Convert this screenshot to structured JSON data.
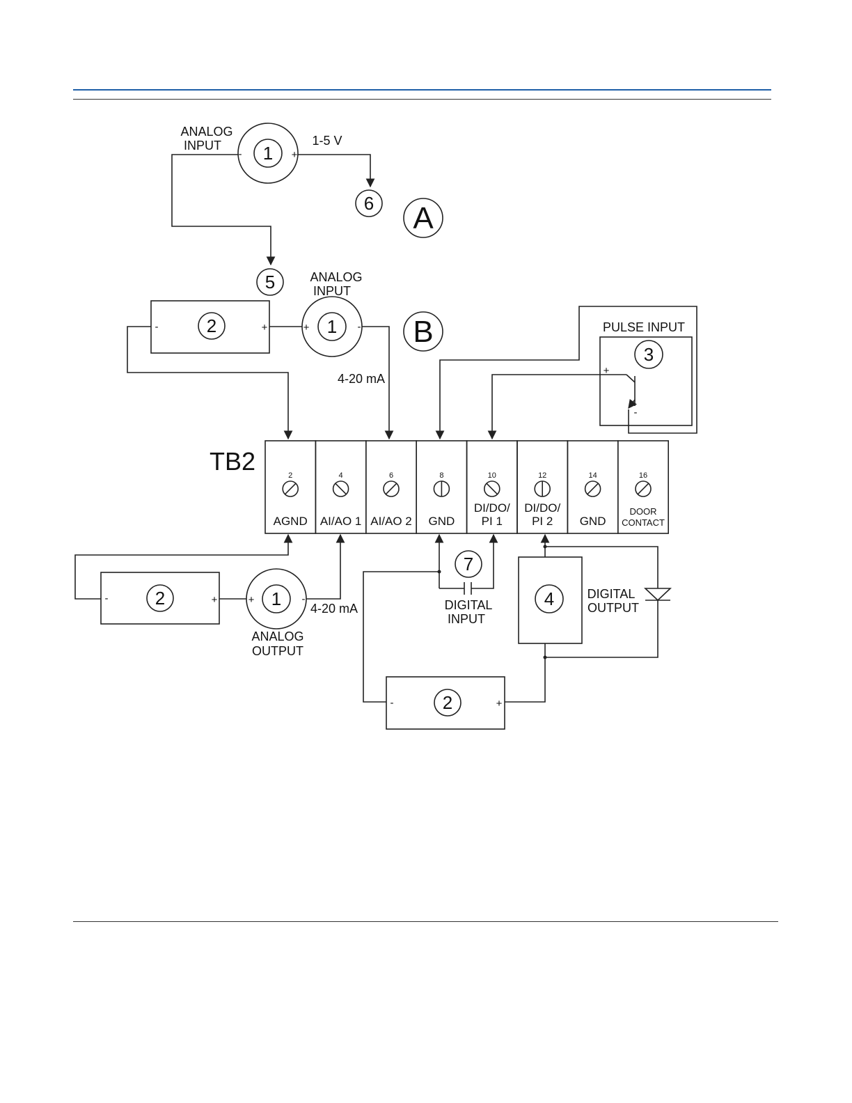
{
  "diagram": {
    "labels": {
      "analog_input": [
        "ANALOG",
        "INPUT"
      ],
      "voltage_range": "1-5 V",
      "current_range": "4-20 mA",
      "analog_output": [
        "ANALOG",
        "OUTPUT"
      ],
      "digital_input": [
        "DIGITAL",
        "INPUT"
      ],
      "digital_output": [
        "DIGITAL",
        "OUTPUT"
      ],
      "pulse_input": "PULSE INPUT",
      "terminal_block": "TB2",
      "section_a": "A",
      "section_b": "B",
      "plus": "+",
      "minus": "-"
    },
    "callouts": {
      "device_1": "1",
      "power_2": "2",
      "pulse_3": "3",
      "relay_4": "4",
      "note_5": "5",
      "note_6": "6",
      "note_7": "7"
    },
    "terminals": [
      {
        "number": "2",
        "label": [
          "AGND"
        ]
      },
      {
        "number": "4",
        "label": [
          "AI/AO 1"
        ]
      },
      {
        "number": "6",
        "label": [
          "AI/AO 2"
        ]
      },
      {
        "number": "8",
        "label": [
          "GND"
        ]
      },
      {
        "number": "10",
        "label": [
          "DI/DO/",
          "PI 1"
        ]
      },
      {
        "number": "12",
        "label": [
          "DI/DO/",
          "PI 2"
        ]
      },
      {
        "number": "14",
        "label": [
          "GND"
        ]
      },
      {
        "number": "16",
        "label": [
          "DOOR",
          "CONTACT"
        ]
      }
    ]
  }
}
